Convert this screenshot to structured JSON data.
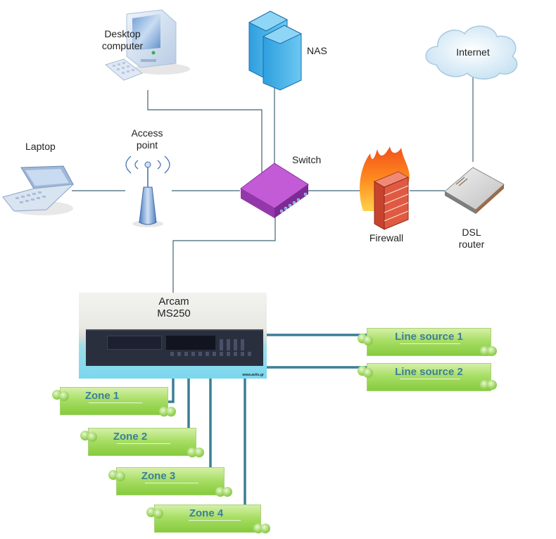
{
  "nodes": {
    "desktop": {
      "label_line1": "Desktop",
      "label_line2": "computer"
    },
    "nas": {
      "label": "NAS"
    },
    "internet": {
      "label": "Internet"
    },
    "laptop": {
      "label": "Laptop"
    },
    "access_point": {
      "label_line1": "Access",
      "label_line2": "point"
    },
    "switch": {
      "label": "Switch"
    },
    "firewall": {
      "label": "Firewall"
    },
    "dsl_router": {
      "label_line1": "DSL",
      "label_line2": "router"
    },
    "arcam": {
      "label_line1": "Arcam",
      "label_line2": "MS250",
      "watermark": "www.avits.gr"
    }
  },
  "line_sources": [
    {
      "label": "Line source 1"
    },
    {
      "label": "Line source 2"
    }
  ],
  "zones": [
    {
      "label": "Zone 1"
    },
    {
      "label": "Zone 2"
    },
    {
      "label": "Zone 3"
    },
    {
      "label": "Zone 4"
    }
  ],
  "colors": {
    "network_link": "#3d6476",
    "audio_link": "#3a7f95",
    "zone_text": "#3a7f9a",
    "switch": "#b355c9",
    "zone_green": "#96d14e"
  }
}
